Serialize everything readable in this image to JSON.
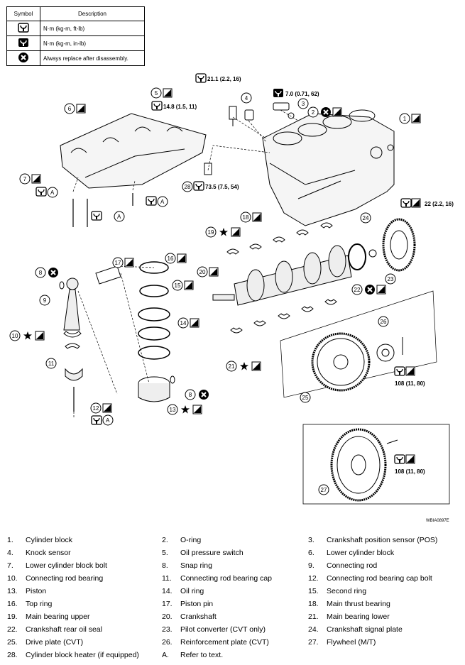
{
  "legend": {
    "headers": {
      "symbol": "Symbol",
      "description": "Description"
    },
    "rows": [
      {
        "icon": "torque-wrench-icon",
        "description": "N·m (kg-m, ft-lb)"
      },
      {
        "icon": "torque-wrench-small-icon",
        "description": "N·m (kg-m, in-lb)"
      },
      {
        "icon": "always-replace-icon",
        "description": "Always replace after disassembly."
      }
    ]
  },
  "callouts": {
    "t1": "21.1 (2.2, 16)",
    "t2": "7.0 (0.71, 62)",
    "t3": "14.8 (1.5, 11)",
    "t4": "73.5 (7.5, 54)",
    "t5": "22 (2.2, 16)",
    "t6": "108 (11, 80)",
    "t7": "108 (11, 80)",
    "ref_a": "A"
  },
  "diagram_code": "WBIA0897E",
  "parts": [
    {
      "num": "1.",
      "name": "Cylinder block"
    },
    {
      "num": "2.",
      "name": "O-ring"
    },
    {
      "num": "3.",
      "name": "Crankshaft position sensor (POS)"
    },
    {
      "num": "4.",
      "name": "Knock sensor"
    },
    {
      "num": "5.",
      "name": "Oil pressure switch"
    },
    {
      "num": "6.",
      "name": "Lower cylinder block"
    },
    {
      "num": "7.",
      "name": "Lower cylinder block bolt"
    },
    {
      "num": "8.",
      "name": "Snap ring"
    },
    {
      "num": "9.",
      "name": "Connecting rod"
    },
    {
      "num": "10.",
      "name": "Connecting rod bearing"
    },
    {
      "num": "11.",
      "name": "Connecting rod bearing cap"
    },
    {
      "num": "12.",
      "name": "Connecting rod bearing cap bolt"
    },
    {
      "num": "13.",
      "name": "Piston"
    },
    {
      "num": "14.",
      "name": "Oil ring"
    },
    {
      "num": "15.",
      "name": "Second ring"
    },
    {
      "num": "16.",
      "name": "Top ring"
    },
    {
      "num": "17.",
      "name": "Piston pin"
    },
    {
      "num": "18.",
      "name": "Main thrust bearing"
    },
    {
      "num": "19.",
      "name": "Main bearing upper"
    },
    {
      "num": "20.",
      "name": "Crankshaft"
    },
    {
      "num": "21.",
      "name": "Main bearing lower"
    },
    {
      "num": "22.",
      "name": "Crankshaft rear oil seal"
    },
    {
      "num": "23.",
      "name": "Pilot converter (CVT only)"
    },
    {
      "num": "24.",
      "name": "Crankshaft signal plate"
    },
    {
      "num": "25.",
      "name": "Drive plate (CVT)"
    },
    {
      "num": "26.",
      "name": "Reinforcement plate (CVT)"
    },
    {
      "num": "27.",
      "name": "Flywheel (M/T)"
    },
    {
      "num": "28.",
      "name": "Cylinder block heater (if equipped)"
    },
    {
      "num": "A.",
      "name": "Refer to text."
    }
  ]
}
